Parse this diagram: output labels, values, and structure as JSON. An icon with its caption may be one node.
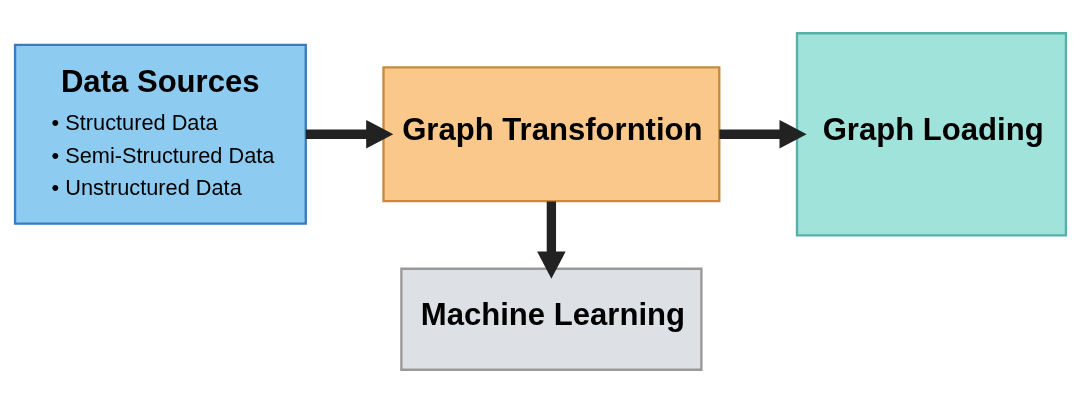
{
  "diagram": {
    "nodes": [
      {
        "text": [
          "Data Sources",
          "• Structured Data",
          "• Semi-Structured Data",
          "• Unstructured Data"
        ]
      },
      {
        "text": [
          "Graph Transforntion"
        ]
      },
      {
        "text": [
          "Machine Learning"
        ]
      },
      {
        "text": [
          "Graph Loading"
        ]
      }
    ],
    "edges": [
      {
        "from": 0,
        "to": 1,
        "arrow": "to"
      },
      {
        "from": 1,
        "to": 2,
        "arrow": "to"
      },
      {
        "from": 1,
        "to": 3,
        "arrow": "to"
      }
    ]
  }
}
